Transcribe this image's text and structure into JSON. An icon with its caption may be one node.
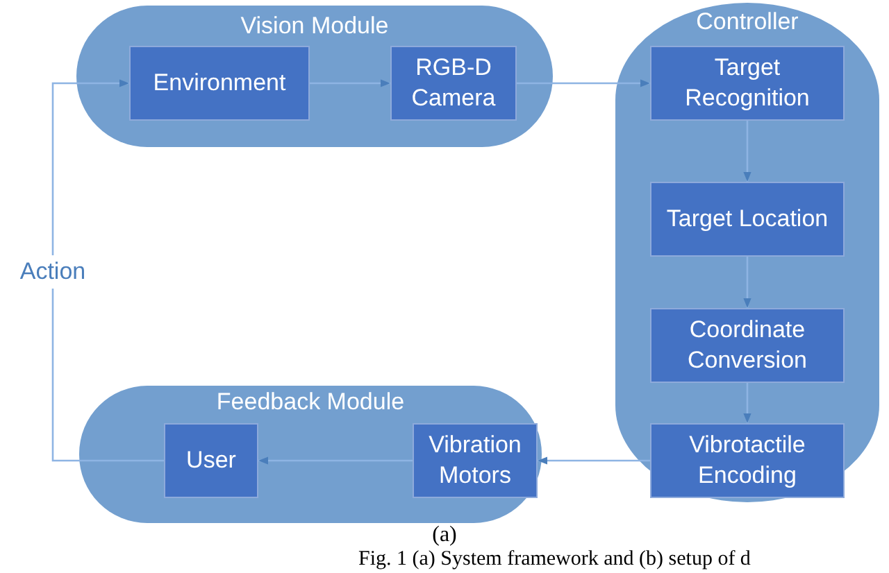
{
  "diagram": {
    "caption": "Fig. 1 (a) System framework and (b) setup of d",
    "nodes": [
      {
        "text": [
          "Vision Module"
        ]
      },
      {
        "text": [
          "Environment"
        ],
        "in": 0
      },
      {
        "text": [
          "RGB-D Camera"
        ],
        "in": 0
      },
      {
        "text": [
          "Controller"
        ]
      },
      {
        "text": [
          "Target Recognition"
        ],
        "in": 3
      },
      {
        "text": [
          "Target Location"
        ],
        "in": 3
      },
      {
        "text": [
          "Coordinate Conversion"
        ],
        "in": 3
      },
      {
        "text": [
          "Vibrotactile Encoding"
        ],
        "in": 3
      },
      {
        "text": [
          "Feedback Module"
        ]
      },
      {
        "text": [
          "User"
        ],
        "in": 8
      },
      {
        "text": [
          "Vibration Motors"
        ],
        "in": 8
      }
    ],
    "edges": [
      {
        "from": 1,
        "to": 2,
        "arrow": "to"
      },
      {
        "from": 2,
        "to": 4,
        "arrow": "to"
      },
      {
        "from": 4,
        "to": 5,
        "arrow": "to"
      },
      {
        "from": 5,
        "to": 6,
        "arrow": "to"
      },
      {
        "from": 6,
        "to": 7,
        "arrow": "to"
      },
      {
        "from": 7,
        "to": 10,
        "arrow": "to"
      },
      {
        "from": 10,
        "to": 9,
        "arrow": "to"
      },
      {
        "from": 9,
        "to": 1,
        "arrow": "to",
        "label": "Action"
      }
    ],
    "labels": [
      "(a)"
    ]
  }
}
